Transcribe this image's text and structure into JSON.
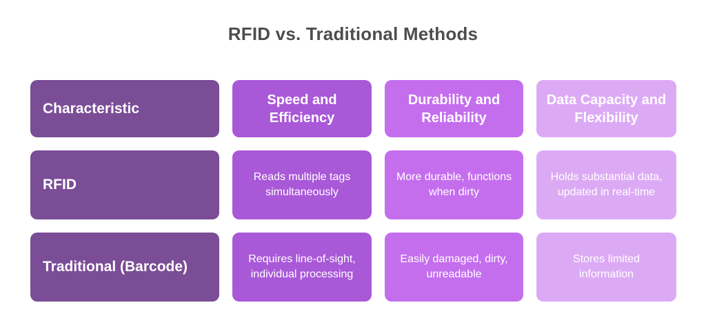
{
  "title": "RFID vs. Traditional Methods",
  "table": {
    "columns": [
      {
        "header": "Characteristic",
        "color": "#7a4d96"
      },
      {
        "header": "Speed and Efficiency",
        "color": "#a958d8"
      },
      {
        "header": "Durability and Reliability",
        "color": "#c46eee"
      },
      {
        "header": "Data Capacity and Flexibility",
        "color": "#dcaaf5"
      }
    ],
    "rows": [
      {
        "label": "RFID",
        "cells": [
          "Reads multiple tags simultaneously",
          "More durable, functions when dirty",
          "Holds substantial data, updated in real-time"
        ]
      },
      {
        "label": "Traditional (Barcode)",
        "cells": [
          "Requires line-of-sight, individual processing",
          "Easily damaged, dirty, unreadable",
          "Stores limited information"
        ]
      }
    ]
  },
  "chart_data": {
    "type": "table",
    "title": "RFID vs. Traditional Methods",
    "columns": [
      "Characteristic",
      "Speed and Efficiency",
      "Durability and Reliability",
      "Data Capacity and Flexibility"
    ],
    "rows": [
      [
        "RFID",
        "Reads multiple tags simultaneously",
        "More durable, functions when dirty",
        "Holds substantial data, updated in real-time"
      ],
      [
        "Traditional (Barcode)",
        "Requires line-of-sight, individual processing",
        "Easily damaged, dirty, unreadable",
        "Stores limited information"
      ]
    ],
    "column_colors": [
      "#7a4d96",
      "#a958d8",
      "#c46eee",
      "#dcaaf5"
    ],
    "text_color": "#ffffff",
    "background": "#ffffff"
  }
}
